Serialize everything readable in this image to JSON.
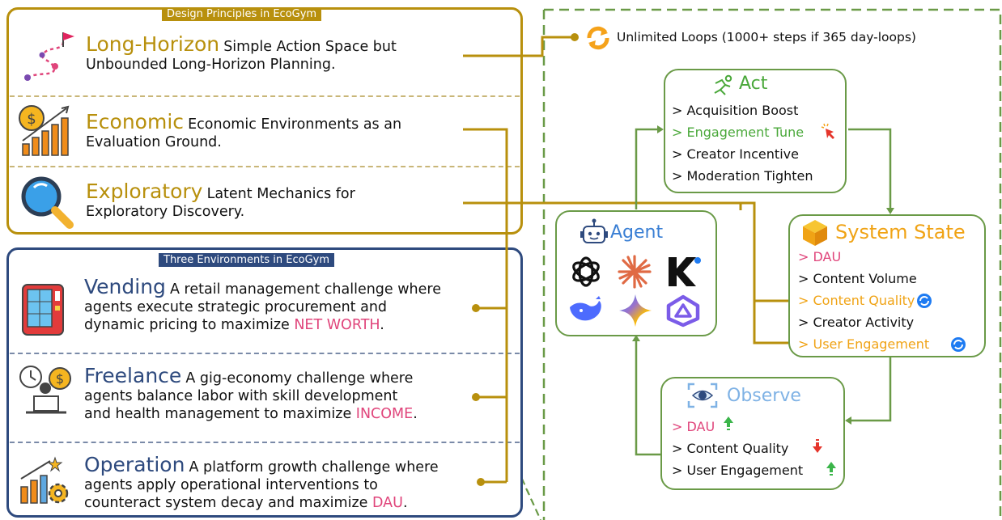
{
  "principles": {
    "title": "Design Principles in EcoGym",
    "items": [
      {
        "heading": "Long-Horizon",
        "description_line1": "Simple Action Space but",
        "description_line2": "Unbounded Long-Horizon Planning."
      },
      {
        "heading": "Economic",
        "description_line1": "Economic Environments as an",
        "description_line2": "Evaluation Ground."
      },
      {
        "heading": "Exploratory",
        "description_line1": "Latent Mechanics for",
        "description_line2": "Exploratory Discovery."
      }
    ]
  },
  "environments": {
    "title": "Three Environments in EcoGym",
    "items": [
      {
        "heading": "Vending",
        "line1": "A retail management challenge where",
        "line2": "agents execute strategic procurement and",
        "line3_prefix": "dynamic pricing to maximize ",
        "metric": "NET WORTH",
        "line3_suffix": "."
      },
      {
        "heading": "Freelance",
        "line1": "A gig-economy challenge where",
        "line2": "agents balance labor with skill development",
        "line3_prefix": "and health management to maximize ",
        "metric": "INCOME",
        "line3_suffix": "."
      },
      {
        "heading": "Operation",
        "line1": "A platform growth challenge where",
        "line2": "agents apply operational interventions to",
        "line3_prefix": "counteract system decay and maximize ",
        "metric": "DAU",
        "line3_suffix": "."
      }
    ]
  },
  "loop_note": "Unlimited Loops (1000+ steps if 365 day-loops)",
  "act": {
    "title": "Act",
    "items": [
      "Acquisition Boost",
      "Engagement Tune",
      "Creator Incentive",
      "Moderation Tighten"
    ]
  },
  "agent": {
    "title": "Agent"
  },
  "system_state": {
    "title": "System State",
    "items": [
      "DAU",
      "Content Volume",
      "Content Quality",
      "Creator Activity",
      "User Engagement"
    ]
  },
  "observe": {
    "title": "Observe",
    "items": [
      "DAU",
      "Content Quality",
      "User Engagement"
    ]
  },
  "bullet": ">",
  "colors": {
    "gold": "#b8900d",
    "navy": "#2e4a7e",
    "green": "#6a9a47",
    "pink": "#e0457b",
    "orange": "#f0a315",
    "blue_title": "#3a7fd4",
    "observe_blue": "#7fb2e5",
    "up_arrow": "#3bb54a",
    "down_arrow": "#e5352b"
  }
}
